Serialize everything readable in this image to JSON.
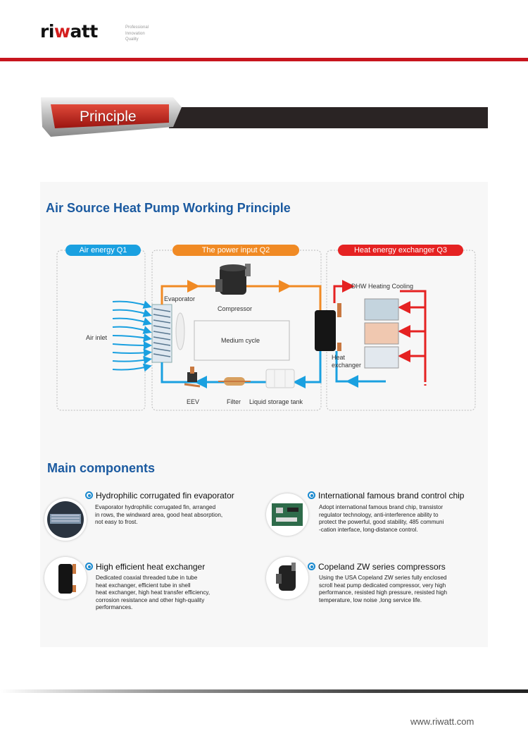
{
  "header": {
    "logo_text": "riwatt",
    "tagline": [
      "Professional",
      "Innovation",
      "Quality"
    ]
  },
  "banner": {
    "label": "Principle"
  },
  "section1": {
    "title": "Air Source Heat Pump Working Principle",
    "pills": {
      "air": "Air energy Q1",
      "power": "The power input Q2",
      "heat": "Heat energy exchanger Q3"
    },
    "labels": {
      "evaporator": "Evaporator",
      "compressor": "Compressor",
      "air_inlet": "Air inlet",
      "medium_cycle": "Medium cycle",
      "dhw": "DHW Heating Cooling",
      "heat_exchanger_1": "Heat",
      "heat_exchanger_2": "exchanger",
      "eev": "EEV",
      "filter": "Filter",
      "liquid_tank": "Liquid storage tank"
    }
  },
  "section2": {
    "title": "Main components",
    "components": [
      {
        "title": "Hydrophilic corrugated fin evaporator",
        "lines": [
          "Evaporator hydrophilic corrugated fin, arranged",
          "in rows, the windward area, good heat absorption,",
          "not easy to frost."
        ]
      },
      {
        "title": "International famous brand control chip",
        "lines": [
          "Adopt international famous brand chip, transistor",
          "regulator technology, anti-interference ability to",
          "protect the powerful, good stability, 485 communi",
          "-cation interface, long-distance control."
        ]
      },
      {
        "title": "High efficient heat exchanger",
        "lines": [
          "Dedicated coaxial threaded tube in tube",
          "heat exchanger, efficient tube in shell",
          "heat exchanger, high heat transfer efficiency,",
          "corrosion resistance and other high-quality",
          "performances."
        ]
      },
      {
        "title": "Copeland ZW series compressors",
        "lines": [
          "Using the USA Copeland  ZW series fully enclosed",
          "scroll heat pump dedicated compressor, very high",
          "performance, resisted high pressure, resisted high",
          "temperature, low noise ,long service life."
        ]
      }
    ]
  },
  "footer": {
    "website": "www.riwatt.com"
  },
  "colors": {
    "brand_red": "#c8151e",
    "title_blue": "#1b5aa0",
    "air_blue": "#1aa0e0",
    "power_orange": "#f08a24",
    "heat_red": "#e52222"
  }
}
